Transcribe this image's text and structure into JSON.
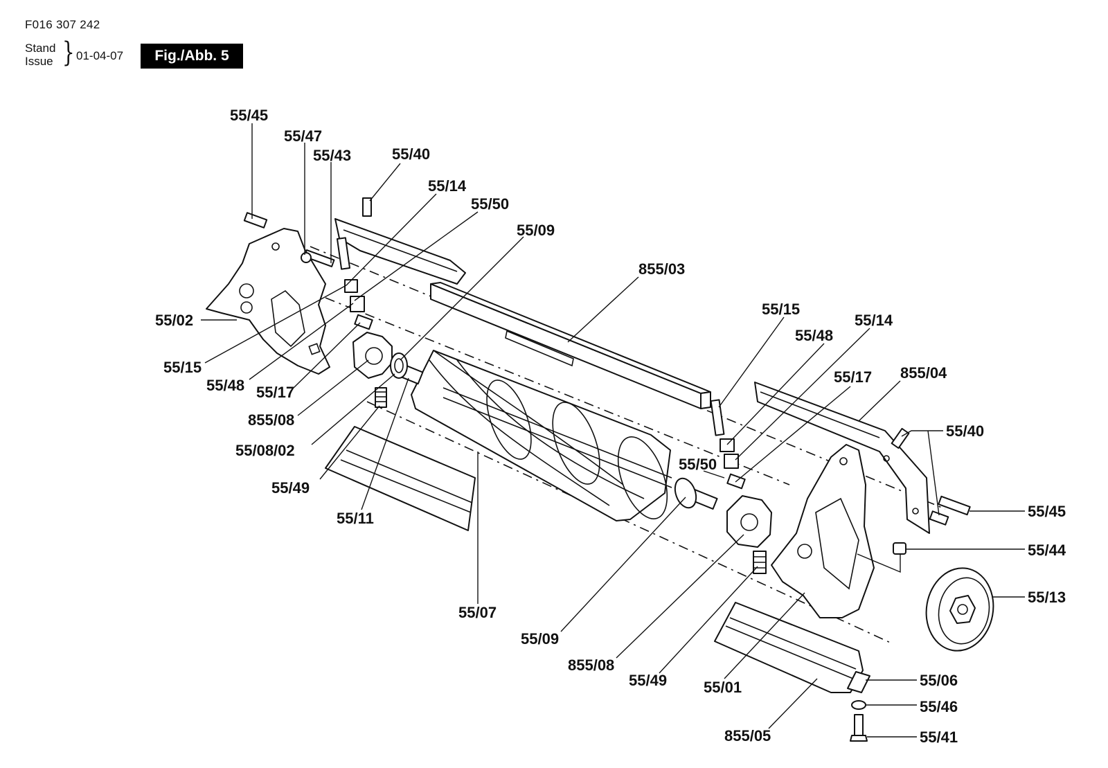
{
  "header": {
    "doc_code": "F016 307 242",
    "stand_label": "Stand",
    "issue_label": "Issue",
    "date": "01-04-07",
    "figure_label": "Fig./Abb. 5"
  },
  "parts": [
    "55/45",
    "55/47",
    "55/43",
    "55/40",
    "55/14",
    "55/50",
    "55/09",
    "855/03",
    "55/02",
    "55/15",
    "55/48",
    "55/17",
    "855/08",
    "55/08/02",
    "55/49",
    "55/11",
    "55/07",
    "55/09",
    "855/08",
    "55/49",
    "55/01",
    "855/05",
    "55/15",
    "55/48",
    "55/14",
    "55/17",
    "855/04",
    "55/40",
    "55/50",
    "55/45",
    "55/44",
    "55/13",
    "55/06",
    "55/46",
    "55/41"
  ]
}
